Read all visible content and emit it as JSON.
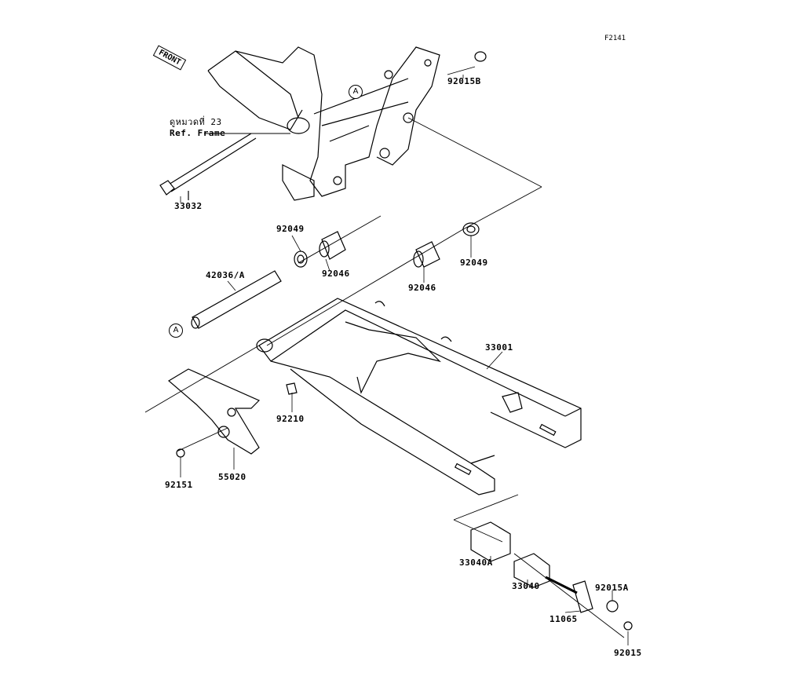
{
  "diagram_code": "F2141",
  "front_label": "FRONT",
  "ref_marker": "A",
  "ref_note": {
    "thai": "ดูหมวดที่ 23",
    "english": "Ref. Frame"
  },
  "parts": {
    "p92015B": "92015B",
    "p33032": "33032",
    "p92049_left": "92049",
    "p92049_right": "92049",
    "p42036A": "42036/A",
    "p92046_left": "92046",
    "p92046_right": "92046",
    "p33001": "33001",
    "p92210": "92210",
    "p92151": "92151",
    "p55020": "55020",
    "p33040A": "33040A",
    "p33040": "33040",
    "p11065": "11065",
    "p92015A": "92015A",
    "p92015": "92015"
  }
}
